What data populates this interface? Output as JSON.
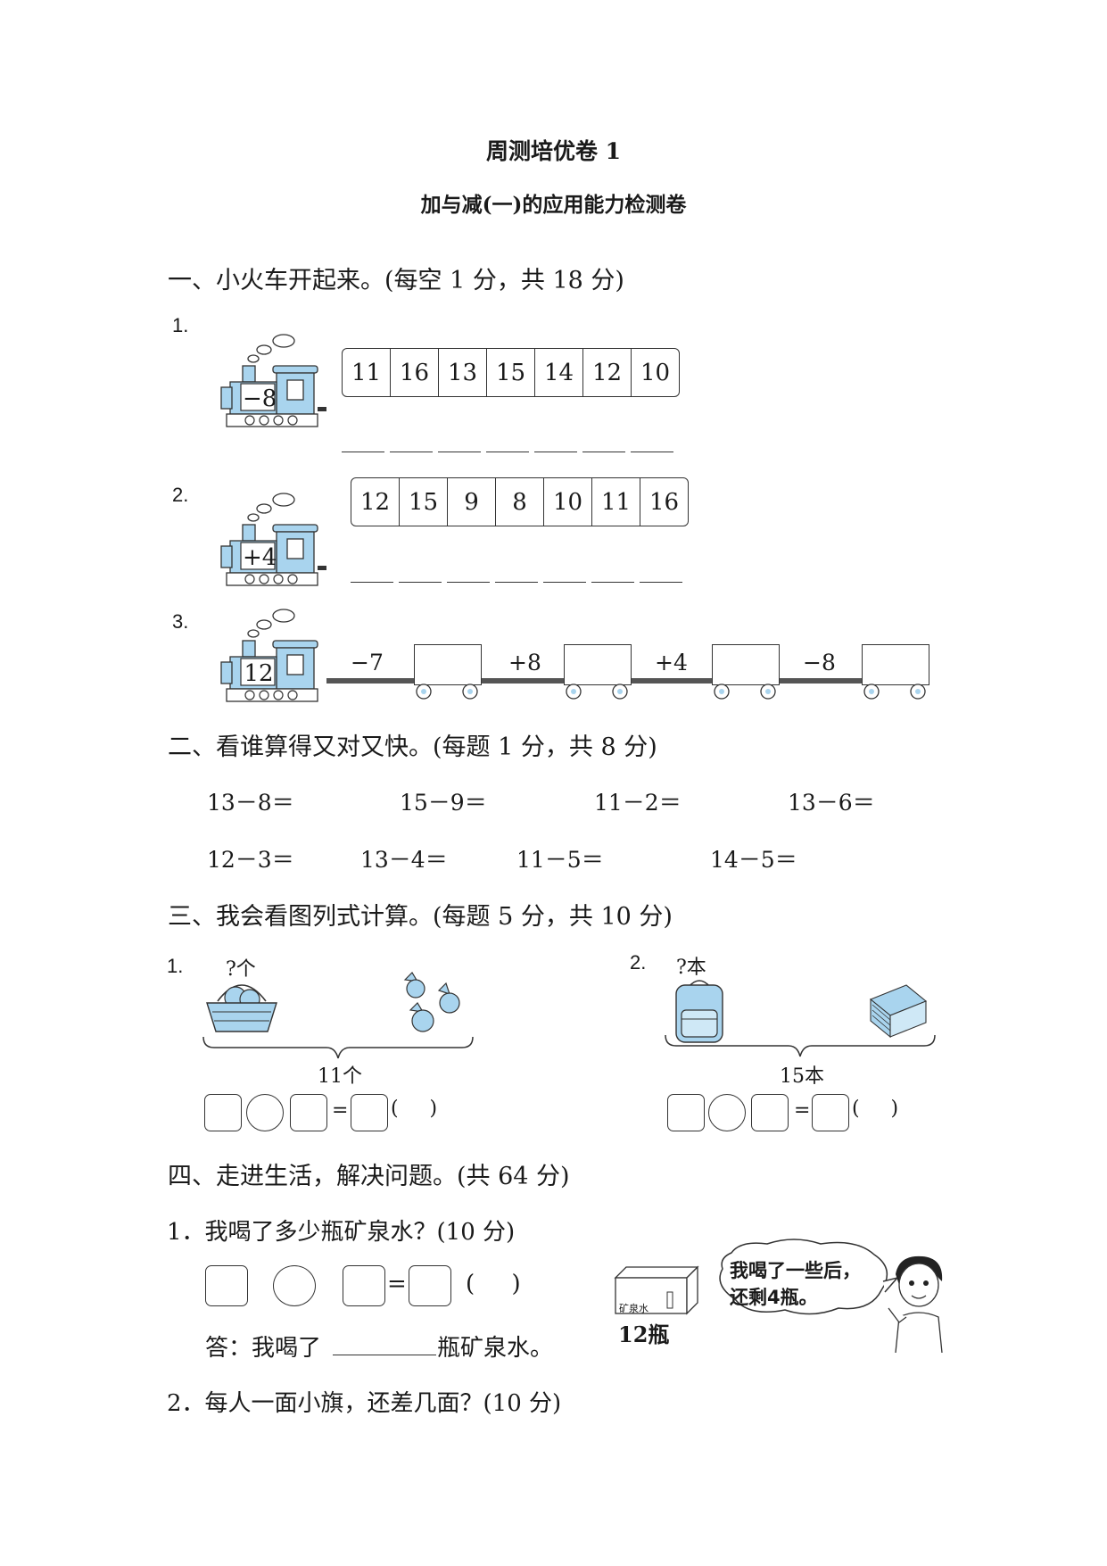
{
  "header": {
    "title": "周测培优卷 1",
    "subtitle": "加与减(一)的应用能力检测卷"
  },
  "section1": {
    "heading": "一、小火车开起来。(每空 1 分，共 18 分)",
    "items": [
      {
        "label": "1.",
        "operator": "−8",
        "numbers": [
          "11",
          "16",
          "13",
          "15",
          "14",
          "12",
          "10"
        ]
      },
      {
        "label": "2.",
        "operator": "+4",
        "numbers": [
          "12",
          "15",
          "9",
          "8",
          "10",
          "11",
          "16"
        ]
      },
      {
        "label": "3.",
        "start": "12",
        "steps": [
          "−7",
          "+8",
          "+4",
          "−8"
        ]
      }
    ]
  },
  "section2": {
    "heading": "二、看谁算得又对又快。(每题 1 分，共 8 分)",
    "row1": [
      "13－8＝",
      "15－9＝",
      "11－2＝",
      "13－6＝"
    ],
    "row2": [
      "12－3＝",
      "13－4＝",
      "11－5＝",
      "14－5＝"
    ]
  },
  "section3": {
    "heading": "三、我会看图列式计算。(每题 5 分，共 10 分)",
    "left": {
      "label": "1.",
      "question": "?个",
      "total": "11个",
      "equals": "=",
      "paren": "(     )"
    },
    "right": {
      "label": "2.",
      "question": "?本",
      "total": "15本",
      "equals": "=",
      "paren": "(     )"
    }
  },
  "section4": {
    "heading": "四、走进生活，解决问题。(共 64 分)",
    "q1": {
      "text": "1．我喝了多少瓶矿泉水？(10 分)",
      "equals": "=",
      "paren": "(     )",
      "answer_prefix": "答：我喝了",
      "answer_suffix": "瓶矿泉水。",
      "box_label": "矿泉水",
      "box_count": "12瓶",
      "bubble_line1": "我喝了一些后，",
      "bubble_line2": "还剩4瓶。"
    },
    "q2": {
      "text": "2．每人一面小旗，还差几面？(10 分)"
    }
  },
  "colors": {
    "illustration_blue": "#a9d4ee",
    "ink": "#1a1a1a"
  }
}
